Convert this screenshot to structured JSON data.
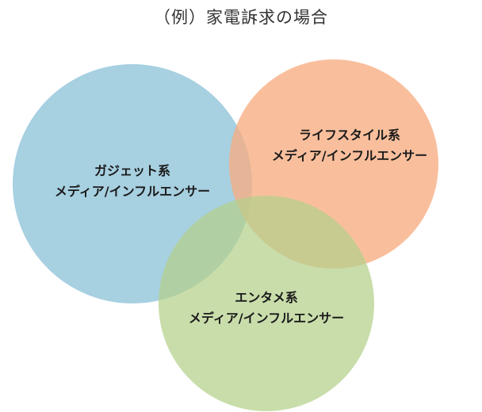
{
  "title": "（例）家電訴求の場合",
  "circles": [
    {
      "line1": "ガジェット系",
      "line2": "メディア/インフルエンサー",
      "color": "#8ec3d9"
    },
    {
      "line1": "ライフスタイル系",
      "line2": "メディア/インフルエンサー",
      "color": "#f7ad82"
    },
    {
      "line1": "エンタメ系",
      "line2": "メディア/インフルエンサー",
      "color": "#b4d08a"
    }
  ]
}
